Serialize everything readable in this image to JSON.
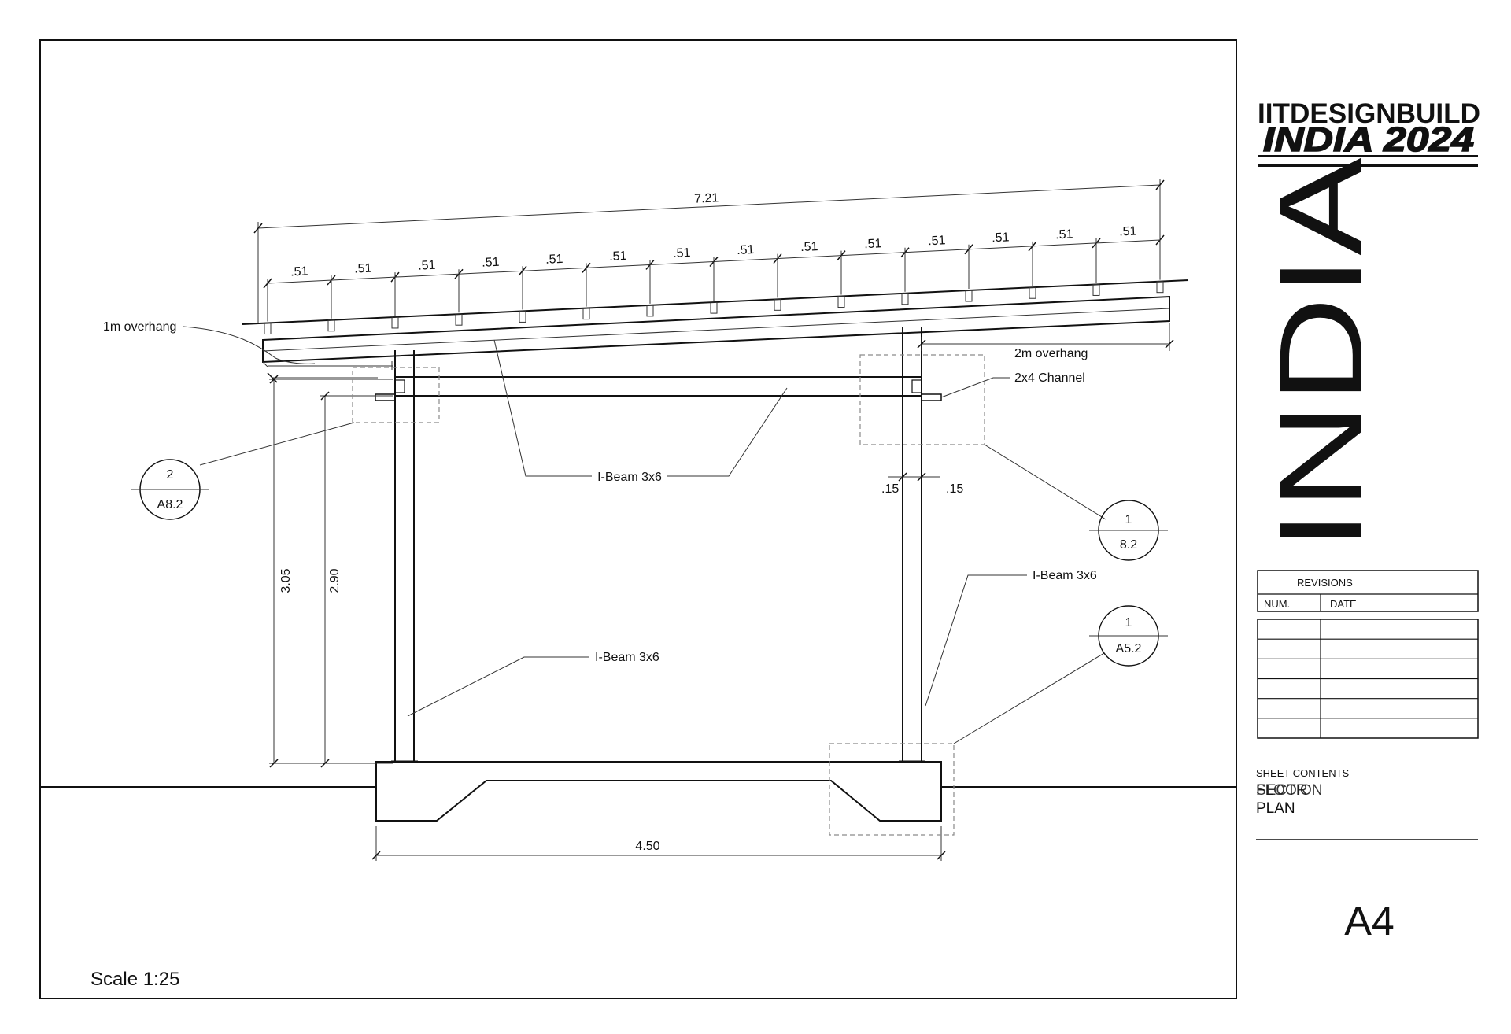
{
  "project": {
    "line1": "IITDESIGNBUILD",
    "line2": "INDIA 2024",
    "vertical": "INDIA"
  },
  "revisions": {
    "title": "REVISIONS",
    "num_header": "NUM.",
    "date_header": "DATE",
    "rows": [
      [
        "",
        ""
      ],
      [
        "",
        ""
      ],
      [
        "",
        ""
      ],
      [
        "",
        ""
      ],
      [
        "",
        ""
      ],
      [
        "",
        ""
      ]
    ]
  },
  "sheet": {
    "contents_label": "SHEET CONTENTS",
    "contents_line1": "SECTION",
    "contents_line1_overlap": "FLOOR",
    "contents_line2": "PLAN",
    "number": "A4"
  },
  "drawing": {
    "scale": "Scale 1:25",
    "overall_dim": "7.21",
    "spacing_dim": ".51",
    "spacing_count": 14,
    "left_overhang": "1m overhang",
    "right_overhang": "2m overhang",
    "channel": "2x4 Channel",
    "ibeam_top": "I-Beam 3x6",
    "ibeam_left": "I-Beam 3x6",
    "ibeam_right": "I-Beam 3x6",
    "col_left_dim": ".15",
    "col_right_dim": ".15",
    "height_total": "3.05",
    "height_clear": "2.90",
    "base_width": "4.50",
    "callouts": [
      {
        "num": "2",
        "ref": "A8.2"
      },
      {
        "num": "1",
        "ref": "8.2"
      },
      {
        "num": "1",
        "ref": "A5.2"
      }
    ]
  },
  "colors": {
    "line": "#111111",
    "dashed_box": "#8a8a8a",
    "background": "#ffffff"
  }
}
